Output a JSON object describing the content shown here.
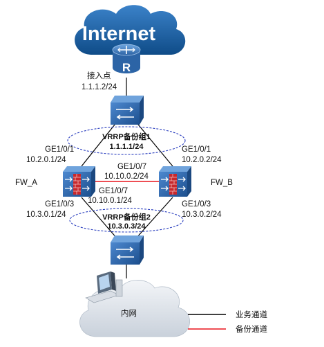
{
  "internet": {
    "title": "Internet",
    "router_letter": "R"
  },
  "access_point": {
    "label": "接入点",
    "ip": "1.1.1.2/24"
  },
  "vrrp_group_1": {
    "label": "VRRP备份组1",
    "ip": "1.1.1.1/24"
  },
  "vrrp_group_2": {
    "label": "VRRP备份组2",
    "ip": "10.3.0.3/24"
  },
  "fw_a": {
    "name": "FW_A",
    "ge101": {
      "port": "GE1/0/1",
      "ip": "10.2.0.1/24"
    },
    "ge107": {
      "port": "GE1/0/7",
      "ip": "10.10.0.1/24"
    },
    "ge103": {
      "port": "GE1/0/3",
      "ip": "10.3.0.1/24"
    }
  },
  "fw_b": {
    "name": "FW_B",
    "ge101": {
      "port": "GE1/0/1",
      "ip": "10.2.0.2/24"
    },
    "ge107": {
      "port": "GE1/0/7",
      "ip": "10.10.0.2/24"
    },
    "ge103": {
      "port": "GE1/0/3",
      "ip": "10.3.0.2/24"
    }
  },
  "intranet": {
    "label": "内网"
  },
  "legend": {
    "business": {
      "label": "业务通道",
      "color": "#000000"
    },
    "backup": {
      "label": "备份通道",
      "color": "#e8141c"
    }
  },
  "colors": {
    "internet_cloud": "#1a5e9e",
    "intranet_cloud": "#dde3ea",
    "device_blue": "#2a63a8",
    "vrrp_ellipse": "#2b3fbf",
    "firewall_red": "#c8282c"
  }
}
